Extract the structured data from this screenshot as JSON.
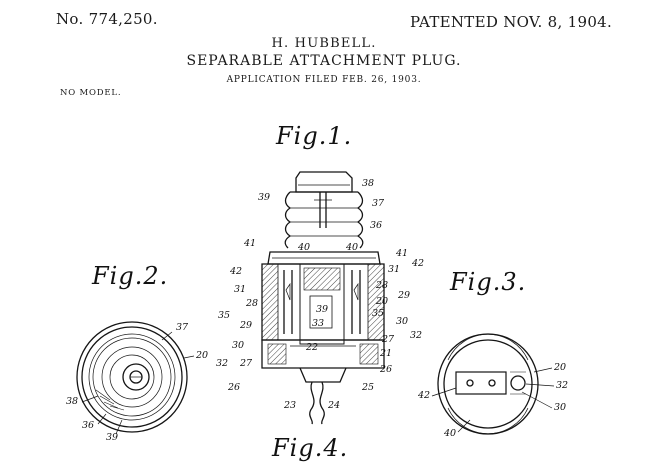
{
  "header": {
    "patent_number": "No. 774,250.",
    "patented_date": "PATENTED NOV. 8, 1904.",
    "inventor": "H. HUBBELL.",
    "title": "SEPARABLE ATTACHMENT PLUG.",
    "application": "APPLICATION FILED FEB. 26, 1903.",
    "model": "NO MODEL."
  },
  "figures": {
    "fig1": "Fig.1.",
    "fig2": "Fig.2.",
    "fig3": "Fig.3.",
    "fig4": "Fig.4."
  },
  "fig1_refs": {
    "r38": "38",
    "r39": "39",
    "r37": "37",
    "r36": "36",
    "r41a": "41",
    "r40a": "40",
    "r40b": "40",
    "r41b": "41",
    "r42a": "42",
    "r42b": "42",
    "r31a": "31",
    "r31b": "31",
    "r28a": "28",
    "r28b": "28",
    "r29a": "29",
    "r29b": "29",
    "r35a": "35",
    "r35b": "35",
    "r20": "20",
    "r30a": "30",
    "r30b": "30",
    "r39b": "39",
    "r33": "33",
    "r22": "22",
    "r32a": "32",
    "r32b": "32",
    "r27a": "27",
    "r27b": "27",
    "r21": "21",
    "r26a": "26",
    "r26b": "26",
    "r25": "25",
    "r23": "23",
    "r24": "24"
  },
  "fig2_refs": {
    "r37": "37",
    "r20": "20",
    "r38": "38",
    "r36": "36",
    "r39": "39"
  },
  "fig3_refs": {
    "r20": "20",
    "r32": "32",
    "r42": "42",
    "r30": "30",
    "r40": "40"
  }
}
